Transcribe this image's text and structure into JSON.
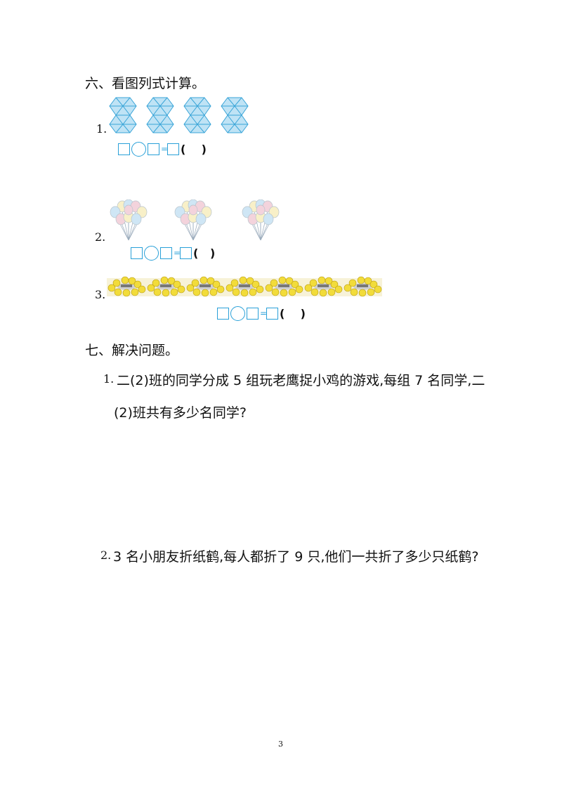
{
  "section6": {
    "title": "六、看图列式计算。",
    "items": [
      {
        "number": "1.",
        "answer_parens": "(    )"
      },
      {
        "number": "2.",
        "answer_parens": "(   )"
      },
      {
        "number": "3.",
        "answer_parens": "(    )"
      }
    ],
    "equation_equals": "="
  },
  "section7": {
    "title": "七、解决问题。",
    "q1": {
      "number": "1.",
      "line1": "二(2)班的同学分成 5 组玩老鹰捉小鸡的游戏,每组 7 名同学,二",
      "line2": "(2)班共有多少名同学?"
    },
    "q2": {
      "number": "2.",
      "text": "3 名小朋友折纸鹤,每人都折了 9 只,他们一共折了多少只纸鹤?"
    }
  },
  "page_number": "3",
  "colors": {
    "accent": "#29a0d8",
    "hexagram_fill": "#bfe3f5",
    "chick_yellow": "#f2dc3a"
  }
}
